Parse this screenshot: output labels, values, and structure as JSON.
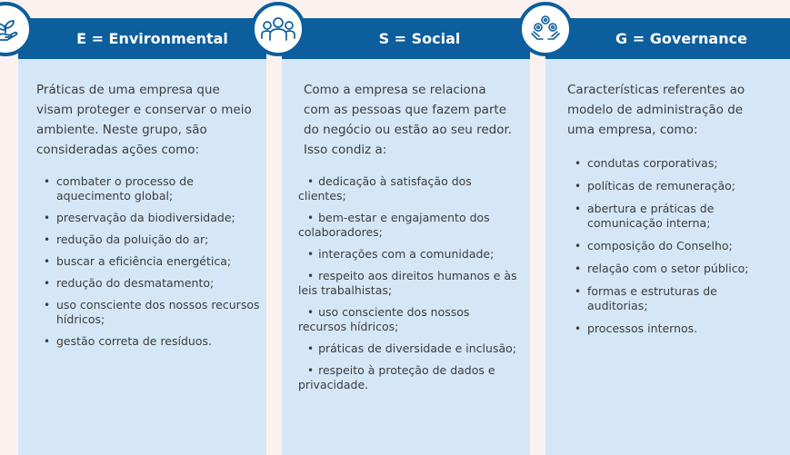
{
  "columns": [
    {
      "key": "environmental",
      "header": "E = Environmental",
      "icon": "hand-plant-icon",
      "intro": "Práticas de uma empresa que visam proteger e conservar o meio ambiente. Neste grupo, são consideradas ações como:",
      "items": [
        "combater o processo de aquecimento global;",
        "preservação da biodiversidade;",
        "redução da poluição do ar;",
        "buscar a eficiência energética;",
        "redução do desmatamento;",
        "uso consciente dos nossos recursos hídricos;",
        "gestão correta de resíduos."
      ]
    },
    {
      "key": "social",
      "header": "S = Social",
      "icon": "people-group-icon",
      "intro": "Como a empresa se relaciona com as pessoas que fazem parte do negócio ou estão ao seu redor. Isso condiz a:",
      "items": [
        "dedicação à satisfação dos clientes;",
        "bem-estar e engajamento dos colaboradores;",
        "interações com a comunidade;",
        "respeito aos direitos humanos e às leis trabalhistas;",
        "uso consciente dos nossos recursos hídricos;",
        "práticas de diversidade e inclusão;",
        "respeito à proteção de dados e privacidade."
      ]
    },
    {
      "key": "governance",
      "header": "G = Governance",
      "icon": "gears-hands-icon",
      "intro": "Características referentes ao modelo de administração de uma empresa, como:",
      "items": [
        "condutas corporativas;",
        "políticas de remuneração;",
        "abertura e práticas de comunicação interna;",
        "composição do Conselho;",
        "relação com o setor público;",
        "formas e estruturas de auditorias;",
        "processos internos."
      ]
    }
  ],
  "colors": {
    "header": "#0d5e9c",
    "body": "#d5e7f7",
    "background": "#fbf2ef",
    "text": "#3c3c3c"
  }
}
